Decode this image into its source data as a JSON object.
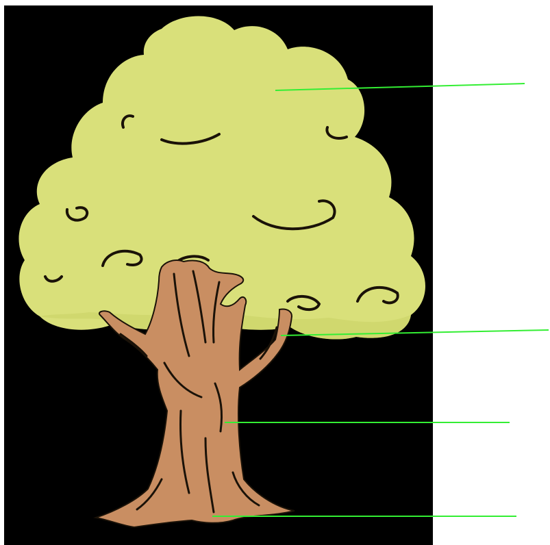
{
  "diagram": {
    "subject": "tree",
    "background_color": "#000000",
    "page_color": "#ffffff",
    "leader_line_color": "#33ee33",
    "canopy_color": "#d9e07a",
    "canopy_shadow_color": "#c3cc5c",
    "trunk_color": "#c98e62",
    "outline_color": "#1a1208",
    "labels": [
      {
        "part": "leaves",
        "text": ""
      },
      {
        "part": "branches",
        "text": ""
      },
      {
        "part": "trunk",
        "text": ""
      },
      {
        "part": "roots",
        "text": ""
      }
    ]
  }
}
